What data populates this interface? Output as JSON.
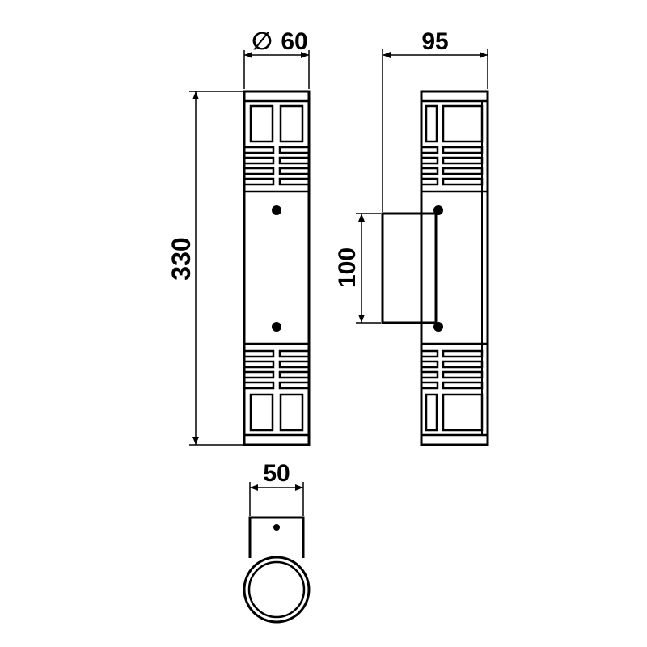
{
  "dimensions": {
    "diameter_symbol": "∅",
    "diameter": "60",
    "depth": "95",
    "height": "330",
    "bracket_height": "100",
    "base_width": "50"
  },
  "colors": {
    "line": "#000000",
    "background": "#ffffff"
  }
}
